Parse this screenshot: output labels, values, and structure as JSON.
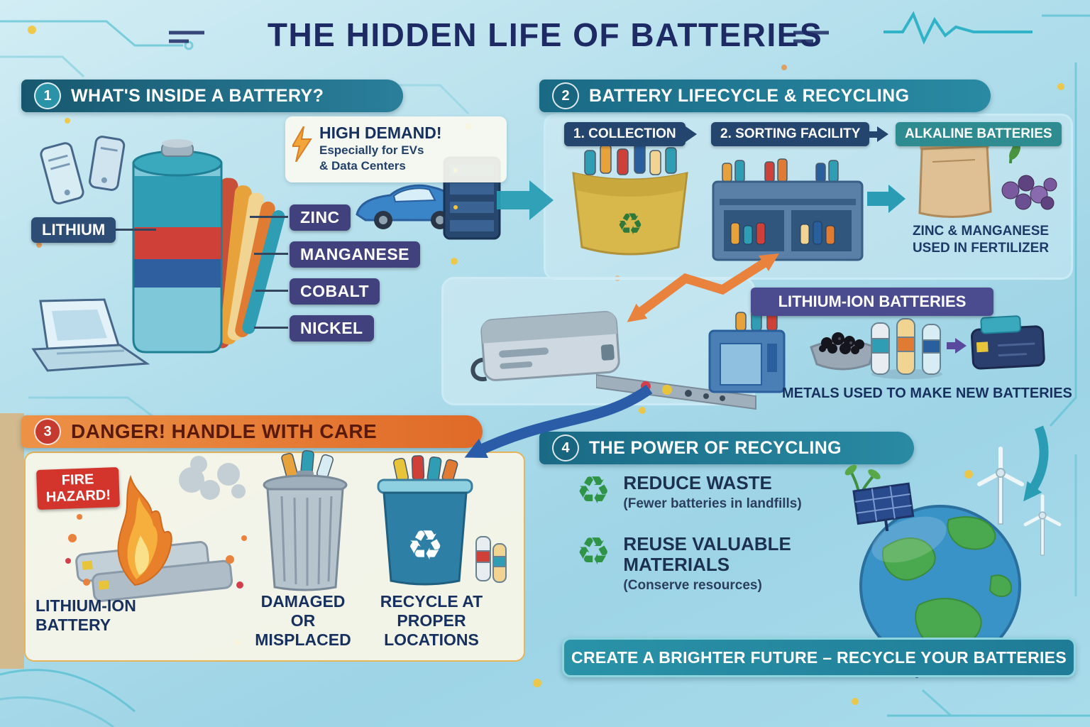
{
  "title": "THE HIDDEN LIFE OF BATTERIES",
  "icons": {
    "recycle": "♻"
  },
  "section1": {
    "badge": "1",
    "heading": "WHAT'S INSIDE A BATTERY?",
    "lithium_label": "LITHIUM",
    "materials": [
      "ZINC",
      "MANGANESE",
      "COBALT",
      "NICKEL"
    ],
    "high_demand": {
      "title": "HIGH DEMAND!",
      "line1": "Especially for EVs",
      "line2": "& Data Centers"
    }
  },
  "section2": {
    "badge": "2",
    "heading": "BATTERY LIFECYCLE & RECYCLING",
    "step1": "1. COLLECTION",
    "step2": "2. SORTING FACILITY",
    "step3": "ALKALINE BATTERIES",
    "fertilizer_caption": "ZINC & MANGANESE USED IN FERTILIZER",
    "lithium_header": "LITHIUM-ION BATTERIES",
    "metals_caption": "METALS USED TO MAKE NEW BATTERIES"
  },
  "section3": {
    "badge": "3",
    "heading": "DANGER! HANDLE WITH CARE",
    "fire_hazard": {
      "line1": "FIRE",
      "line2": "HAZARD!"
    },
    "caption1": "LITHIUM-ION BATTERY",
    "caption2": "DAMAGED OR MISPLACED",
    "caption3": "RECYCLE AT PROPER LOCATIONS"
  },
  "section4": {
    "badge": "4",
    "heading": "THE POWER OF RECYCLING",
    "item1_title": "REDUCE WASTE",
    "item1_sub": "(Fewer batteries in landfills)",
    "item2_title": "REUSE VALUABLE MATERIALS",
    "item2_sub": "(Conserve resources)",
    "banner": "CREATE A BRIGHTER FUTURE – RECYCLE YOUR BATTERIES"
  },
  "colors": {
    "accent_teal": "#1f7b96",
    "accent_orange": "#e8823c",
    "accent_indigo": "#41417e",
    "danger_red": "#d3342b",
    "eco_green": "#2f9447",
    "title_navy": "#1d2a63"
  }
}
